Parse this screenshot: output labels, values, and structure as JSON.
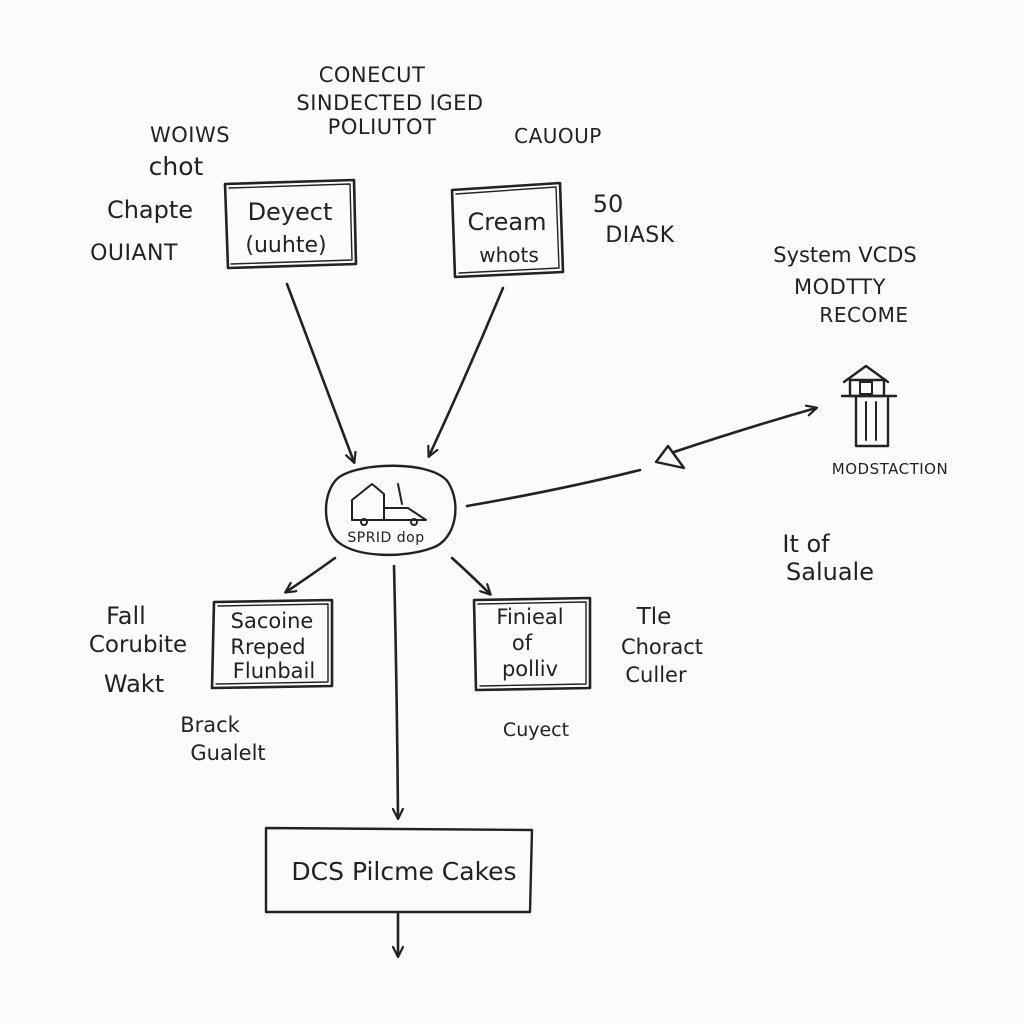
{
  "header": {
    "lines": [
      "CONECUT",
      "SINDECTED IGED",
      "POLIUTOT"
    ]
  },
  "labels": {
    "top_left": [
      "WOIWS",
      "chot"
    ],
    "left_side": [
      "Chapte",
      "OUIANT"
    ],
    "top_right": "CAUOUP",
    "count_value": "50",
    "count_unit": "DIASK",
    "system_note": [
      "System VCDS",
      "MODTTY",
      "RECOME"
    ],
    "icon_caption": "MODSTACTION",
    "right_note": [
      "It of",
      "Saluale"
    ],
    "bottom_left_note": [
      "Fall",
      "Corubite",
      "Wakt"
    ],
    "bottom_left_sub": [
      "Brack",
      "Gualelt"
    ],
    "right_mid_note": [
      "Tle",
      "Choract",
      "Culler"
    ],
    "below_right_box": "Cuyect"
  },
  "nodes": {
    "box_left": [
      "Deyect",
      "(uuhte)"
    ],
    "box_right": [
      "Cream",
      "whots"
    ],
    "hub_caption": "SPRID dop",
    "box_bottom_left": [
      "Sacoine",
      "Rreped",
      "Flunbail"
    ],
    "box_bottom_right": [
      "Finieal",
      "of",
      "polliv"
    ],
    "box_final": "DCS Pilcme Cakes"
  },
  "colors": {
    "ink": "#222222",
    "paper": "#fbfbf9"
  }
}
